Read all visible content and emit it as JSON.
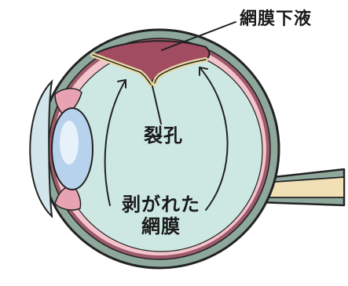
{
  "labels": {
    "subretinal_fluid": "網膜下液",
    "retinal_hole": "裂孔",
    "detached_retina_line1": "剥がれた",
    "detached_retina_line2": "網膜"
  },
  "colors": {
    "outline": "#222222",
    "sclera": "#8ea89c",
    "choroid": "#9c5a6a",
    "vitreous": "#cde8e2",
    "retina_pink": "#f3c4cc",
    "lens": "#b6d2ec",
    "cornea": "#d2e6ec",
    "subretinal_fluid": "#a24c62",
    "optic_nerve": "#f1dfb6"
  }
}
